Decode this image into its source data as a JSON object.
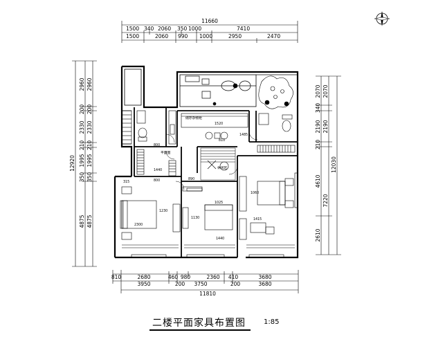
{
  "top_dims": {
    "overall": "11660",
    "row1": [
      "1500",
      "340",
      "2060",
      "350",
      "1000",
      "7410"
    ],
    "row2": [
      "1500",
      "2060",
      "990",
      "1000",
      "2950",
      "2470"
    ]
  },
  "bottom_dims": {
    "row1": [
      "810",
      "2680",
      "460",
      "980",
      "2360",
      "410",
      "3680"
    ],
    "row2": [
      "3950",
      "200",
      "3750",
      "200",
      "3680"
    ],
    "overall": "11810"
  },
  "left_dims": {
    "row1": [
      "2960",
      "200",
      "2330",
      "210",
      "1995",
      "350",
      "4875"
    ],
    "row2": [
      "2960",
      "200",
      "2330",
      "210",
      "1995",
      "350",
      "4875"
    ],
    "overall": "12920"
  },
  "right_dims": {
    "col1": [
      "2070",
      "340",
      "2190",
      "210",
      "4610",
      "2610"
    ],
    "col2": [
      "2070",
      "2190",
      "7220"
    ],
    "overall": "12030"
  },
  "interior_dims": [
    "800",
    "1440",
    "800",
    "1230",
    "2300",
    "1130",
    "1025",
    "1440",
    "1060",
    "1415",
    "1485",
    "1520",
    "890",
    "810",
    "315"
  ],
  "room_labels": [
    "平面图",
    "储存杂物柜",
    "休闲区"
  ],
  "title": "二楼平面家具布置图",
  "scale": "1:85",
  "compass_icon": "north-compass-icon"
}
